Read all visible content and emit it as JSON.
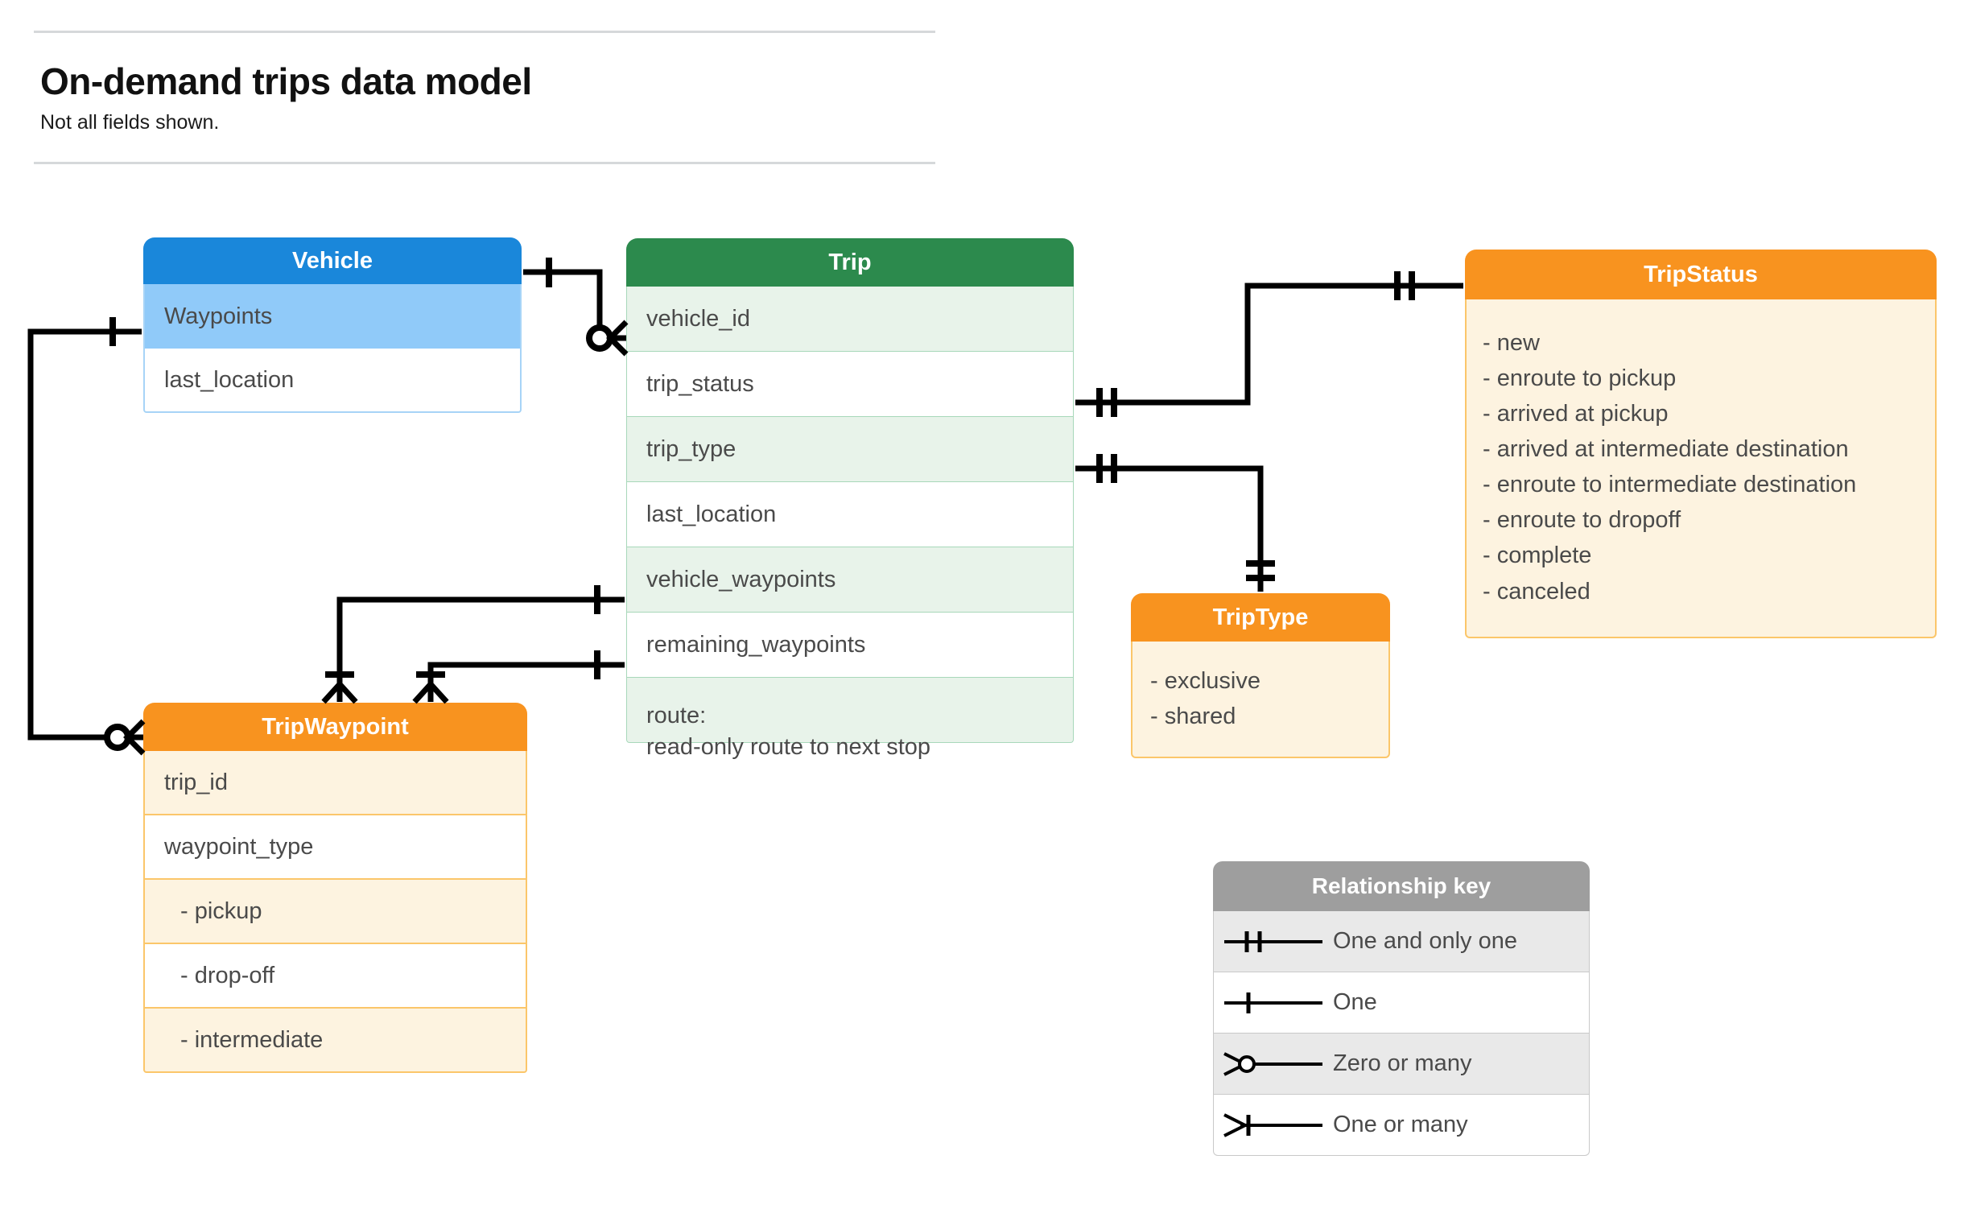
{
  "header": {
    "title": "On-demand trips data model",
    "subtitle": "Not all fields shown."
  },
  "entities": {
    "vehicle": {
      "title": "Vehicle",
      "header_color": "#1a87da",
      "fields": [
        {
          "label": "Waypoints",
          "highlight": true
        },
        {
          "label": "last_location",
          "highlight": false
        }
      ]
    },
    "trip": {
      "title": "Trip",
      "header_color": "#2c8a4d",
      "fields": [
        {
          "label": "vehicle_id"
        },
        {
          "label": "trip_status"
        },
        {
          "label": "trip_type"
        },
        {
          "label": "last_location"
        },
        {
          "label": "vehicle_waypoints"
        },
        {
          "label": "remaining_waypoints"
        }
      ],
      "route_field": {
        "label": "route:",
        "description": "read-only route to next stop"
      }
    },
    "trip_status": {
      "title": "TripStatus",
      "header_color": "#f8931f",
      "values": [
        "- new",
        "- enroute to pickup",
        "- arrived at pickup",
        "- arrived at intermediate destination",
        "- enroute to intermediate destination",
        "- enroute to dropoff",
        "- complete",
        "- canceled"
      ]
    },
    "trip_type": {
      "title": "TripType",
      "header_color": "#f8931f",
      "values": [
        "- exclusive",
        "- shared"
      ]
    },
    "trip_waypoint": {
      "title": "TripWaypoint",
      "header_color": "#f8931f",
      "fields": [
        {
          "label": "trip_id",
          "indent": false
        },
        {
          "label": "waypoint_type",
          "indent": false
        },
        {
          "label": "-  pickup",
          "indent": true
        },
        {
          "label": "-  drop-off",
          "indent": true
        },
        {
          "label": "-  intermediate",
          "indent": true
        }
      ]
    }
  },
  "legend": {
    "title": "Relationship key",
    "rows": [
      {
        "label": "One and only one",
        "symbol": "one-and-only-one-icon"
      },
      {
        "label": "One",
        "symbol": "one-icon"
      },
      {
        "label": "Zero or many",
        "symbol": "zero-or-many-icon"
      },
      {
        "label": "One or many",
        "symbol": "one-or-many-icon"
      }
    ]
  },
  "relationships": [
    {
      "from": "Vehicle",
      "to": "Trip.vehicle_id",
      "from_card": "One",
      "to_card": "Zero or many"
    },
    {
      "from": "Vehicle.Waypoints",
      "to": "TripWaypoint",
      "from_card": "One",
      "to_card": "Zero or many"
    },
    {
      "from": "Trip.trip_status",
      "to": "TripStatus",
      "from_card": "One and only one",
      "to_card": "One and only one"
    },
    {
      "from": "Trip.trip_type",
      "to": "TripType",
      "from_card": "One and only one",
      "to_card": "One and only one"
    },
    {
      "from": "Trip.vehicle_waypoints",
      "to": "TripWaypoint",
      "from_card": "One",
      "to_card": "One or many"
    },
    {
      "from": "Trip.remaining_waypoints",
      "to": "TripWaypoint",
      "from_card": "One",
      "to_card": "One or many"
    }
  ],
  "colors": {
    "blue": "#1a87da",
    "green": "#2c8a4d",
    "orange": "#f8931f",
    "gray": "#9e9e9e",
    "line": "#000000"
  }
}
